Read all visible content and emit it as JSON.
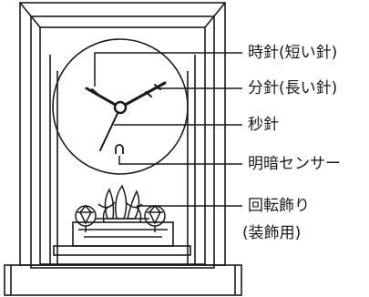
{
  "labels": {
    "hour_hand": "時針(短い針)",
    "minute_hand": "分針(長い針)",
    "second_hand": "秒針",
    "light_sensor": "明暗センサー",
    "rotating_ornament": "回転飾り",
    "rotating_ornament_note": "(装飾用)"
  },
  "colors": {
    "stroke": "#1a1a1a",
    "background": "#ffffff"
  }
}
